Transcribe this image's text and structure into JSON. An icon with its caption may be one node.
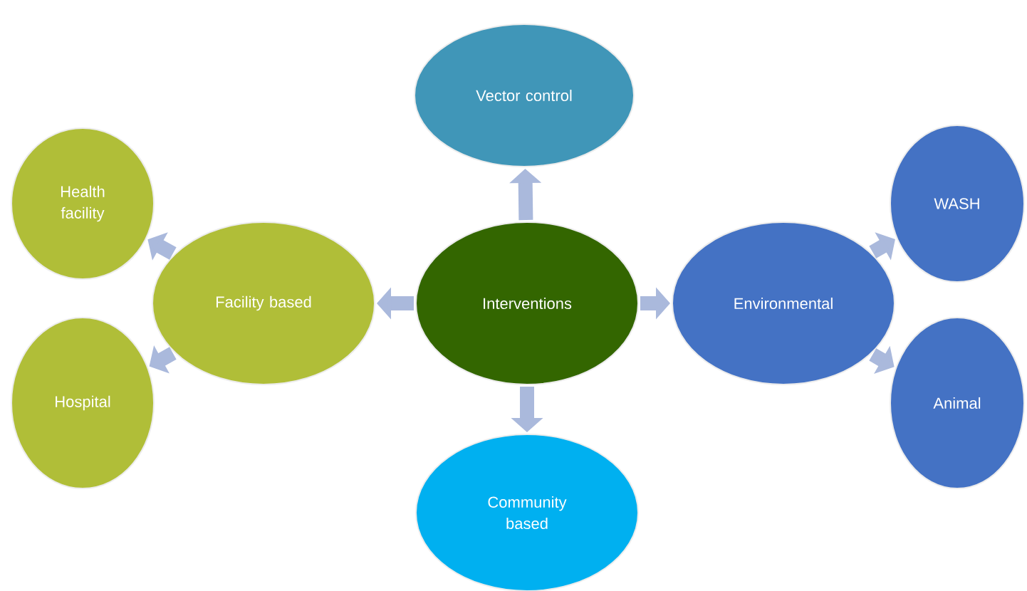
{
  "diagram": {
    "nodes": [
      {
        "text": [
          "Interventions"
        ]
      },
      {
        "text": [
          "Vector control"
        ]
      },
      {
        "text": [
          "Facility based"
        ]
      },
      {
        "text": [
          "Health facility"
        ]
      },
      {
        "text": [
          "Hospital"
        ]
      },
      {
        "text": [
          "Environmental"
        ]
      },
      {
        "text": [
          "WASH"
        ]
      },
      {
        "text": [
          "Animal"
        ]
      },
      {
        "text": [
          "Community based"
        ]
      }
    ],
    "edges": [
      {
        "from": 0,
        "to": 1,
        "arrow": "to"
      },
      {
        "from": 0,
        "to": 2,
        "arrow": "to"
      },
      {
        "from": 0,
        "to": 5,
        "arrow": "to"
      },
      {
        "from": 0,
        "to": 8,
        "arrow": "to"
      },
      {
        "from": 2,
        "to": 3,
        "arrow": "to"
      },
      {
        "from": 2,
        "to": 4,
        "arrow": "to"
      },
      {
        "from": 5,
        "to": 6,
        "arrow": "to"
      },
      {
        "from": 5,
        "to": 7,
        "arrow": "to"
      }
    ]
  }
}
